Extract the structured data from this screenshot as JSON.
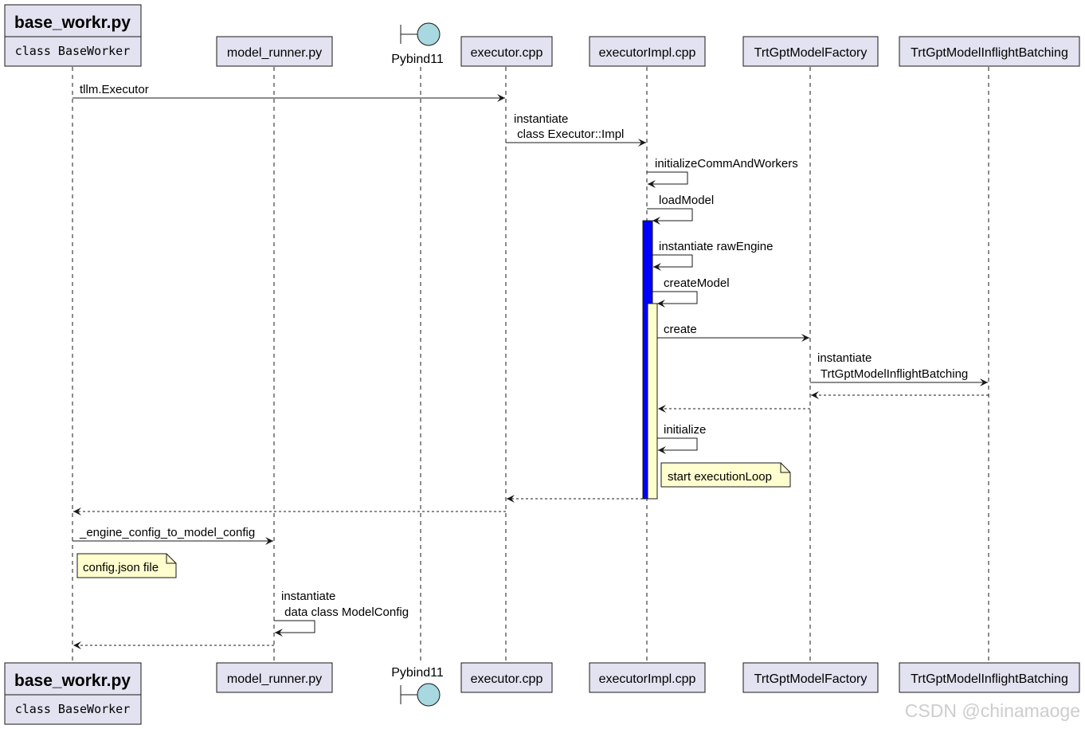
{
  "participants": {
    "base_worker": {
      "title": "base_workr.py",
      "subtitle": "class BaseWorker"
    },
    "model_runner": {
      "label": "model_runner.py"
    },
    "pybind": {
      "label": "Pybind11"
    },
    "executor": {
      "label": "executor.cpp"
    },
    "executor_impl": {
      "label": "executorImpl.cpp"
    },
    "factory": {
      "label": "TrtGptModelFactory"
    },
    "batching": {
      "label": "TrtGptModelInflightBatching"
    }
  },
  "messages": {
    "m1": "tllm.Executor",
    "m2_l1": "instantiate",
    "m2_l2": " class Executor::Impl",
    "m3": "initializeCommAndWorkers",
    "m4": "loadModel",
    "m5": "instantiate rawEngine",
    "m6": "createModel",
    "m7": "create",
    "m8_l1": "instantiate",
    "m8_l2": " TrtGptModelInflightBatching",
    "m9": "initialize",
    "m10": "_engine_config_to_model_config",
    "m11_l1": "instantiate",
    "m11_l2": " data class ModelConfig"
  },
  "notes": {
    "execution_loop": "start executionLoop",
    "config_json": "config.json file"
  },
  "watermark": "CSDN @chinamaoge",
  "colors": {
    "participant_fill": "#e2e2f0",
    "participant_border": "#181818",
    "activation_blue": "#0000ff",
    "activation_yellow": "#fefece",
    "note_fill": "#fefece",
    "boundary_fill": "#a8d8e0",
    "lifeline": "#181818"
  }
}
